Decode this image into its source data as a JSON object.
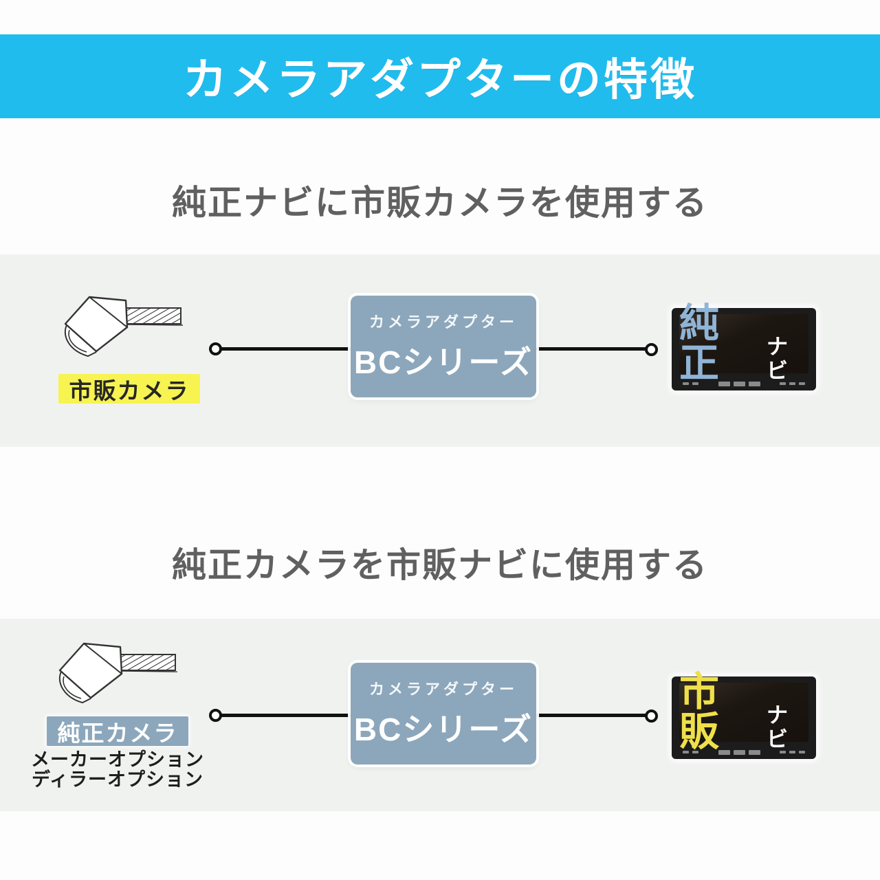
{
  "header": {
    "title": "カメラアダプターの特徴"
  },
  "adapter": {
    "label_small": "カメラアダプター",
    "label_big": "BCシリーズ"
  },
  "sections": [
    {
      "title": "純正ナビに市販カメラを使用する",
      "camera_label": "市販カメラ",
      "nav": {
        "highlight": "純正",
        "suffix": "ナビ"
      }
    },
    {
      "title": "純正カメラを市販ナビに使用する",
      "camera_label": "純正カメラ",
      "notes": [
        "メーカーオプション",
        "ディラーオプション"
      ],
      "nav": {
        "highlight": "市販",
        "suffix": "ナビ"
      }
    }
  ],
  "colors": {
    "header_bg": "#21BCEE",
    "band_bg": "#F0F2F0",
    "adapter_bg": "#8CA7BB",
    "aftermarket_label_bg": "#F7F351",
    "oem_label_bg": "#8CA7BB",
    "nav_oem_text_color": "#8FB4D6",
    "nav_aftermarket_text_color": "#EFE04B",
    "connector_color": "#111111"
  },
  "icons": {
    "camera": "rear-camera-icon",
    "connector": "connector-node-icon"
  }
}
